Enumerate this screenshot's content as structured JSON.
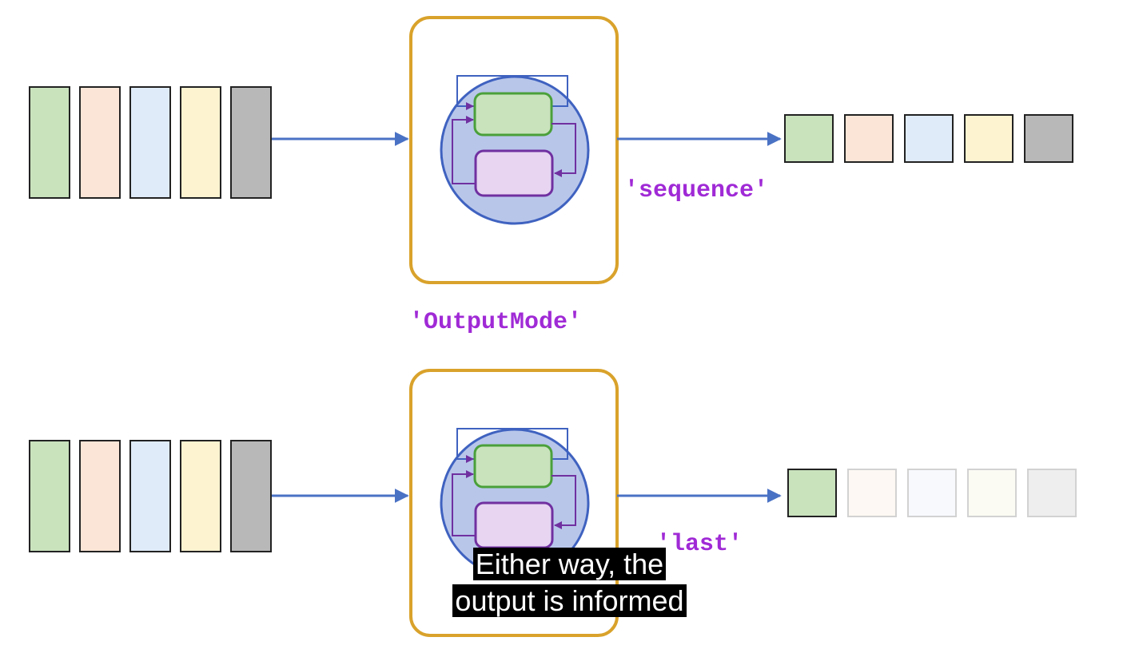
{
  "labels": {
    "top_output_mode": "'sequence'",
    "parameter_name": "'OutputMode'",
    "bottom_output_mode": "'last'"
  },
  "subtitle": {
    "line1": "Either way, the",
    "line2": "output is informed"
  },
  "colors": {
    "step1": "#c9e3bd",
    "step2": "#fbe5d6",
    "step3": "#dfebf8",
    "step4": "#fdf3d0",
    "step5": "#b8b8b8",
    "arrow": "#4a72c4",
    "box_border": "#d9a22b",
    "circle_fill": "#b8c6ea",
    "circle_border": "#3f62c0",
    "inner_green": "#c9e3bd",
    "inner_purple": "#e7d5f2",
    "label_purple": "#a02ad6"
  },
  "sequence_steps": 5,
  "last_mode_active_steps": 1
}
